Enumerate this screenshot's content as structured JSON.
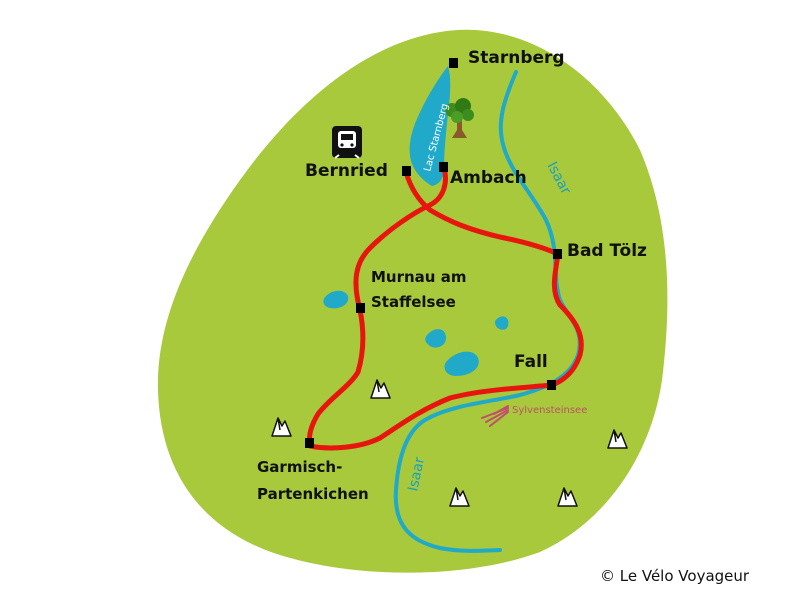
{
  "map": {
    "towns": {
      "starnberg": "Starnberg",
      "bernried": "Bernried",
      "ambach": "Ambach",
      "bad_tolz": "Bad Tölz",
      "murnau_line1": "Murnau am",
      "murnau_line2": "Staffelsee",
      "fall": "Fall",
      "garmisch_line1": "Garmisch-",
      "garmisch_line2": "Partenkichen"
    },
    "water": {
      "lake_starnberg": "Lac Starnberg",
      "isaar_north": "Isaar",
      "isaar_south": "Isaar",
      "reservoir": "Sylvensteinsee"
    },
    "icons": [
      "train-station-icon",
      "tree-icon",
      "mountain-icon"
    ],
    "colors": {
      "land": "#a7c93b",
      "water": "#21a9c9",
      "route": "#e8150e",
      "town_marker": "#000000",
      "reservoir_marker": "#c0506a"
    }
  },
  "footer": {
    "credit": "© Le Vélo Voyageur"
  }
}
